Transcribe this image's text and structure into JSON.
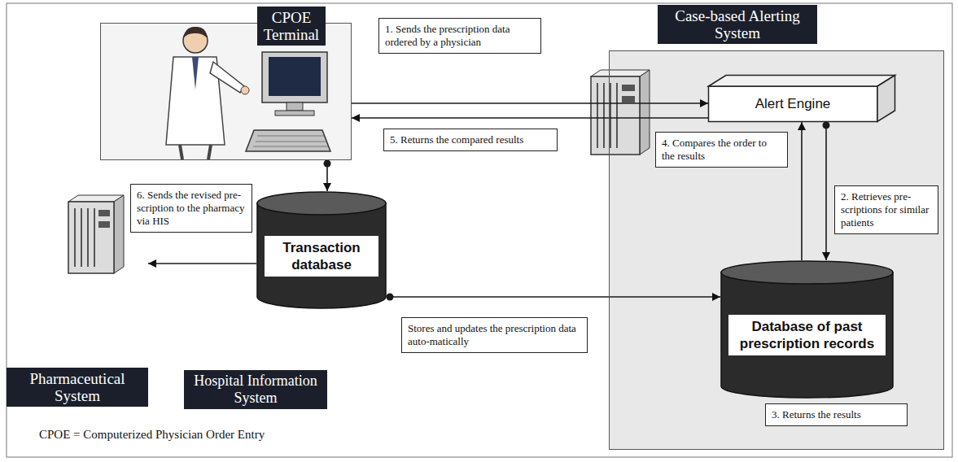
{
  "diagram": {
    "nodes": [
      {
        "text": [
          "CPOE Terminal"
        ]
      },
      {
        "text": [
          "1. Sends the prescription data ordered by a physician"
        ]
      },
      {
        "text": [
          "Case-based Alerting System"
        ]
      },
      {
        "text": [
          "Alert Engine"
        ],
        "in": 2
      },
      {
        "text": [
          "4. Compares the order to the results"
        ],
        "in": 2
      },
      {
        "text": [
          "5. Returns the compared results"
        ]
      },
      {
        "text": [
          "6. Sends the revised pre-scription to the pharmacy via HIS"
        ]
      },
      {
        "text": [
          "2. Retrieves pre-scriptions for similar patients"
        ],
        "in": 2
      },
      {
        "text": [
          "Transaction database"
        ]
      },
      {
        "text": [
          "Stores and updates the prescription data auto-matically"
        ]
      },
      {
        "text": [
          "Database of past prescription records"
        ],
        "in": 2
      },
      {
        "text": [
          "3. Returns the results"
        ],
        "in": 2
      },
      {
        "text": [
          "Pharmaceutical System"
        ]
      },
      {
        "text": [
          "Hospital Information System"
        ]
      }
    ],
    "edges": [
      {
        "from": 0,
        "to": 3,
        "arrow": "to"
      },
      {
        "from": 3,
        "to": 0,
        "arrow": "to"
      },
      {
        "from": 10,
        "to": 3,
        "arrow": "to"
      },
      {
        "from": 3,
        "to": 10,
        "arrow": "to"
      },
      {
        "from": 0,
        "to": 8,
        "arrow": "to"
      },
      {
        "from": 8,
        "to": 12,
        "arrow": "to"
      },
      {
        "from": 8,
        "to": 10,
        "arrow": "to"
      }
    ],
    "labels": [
      "CPOE = Computerized Physician Order Entry"
    ]
  }
}
